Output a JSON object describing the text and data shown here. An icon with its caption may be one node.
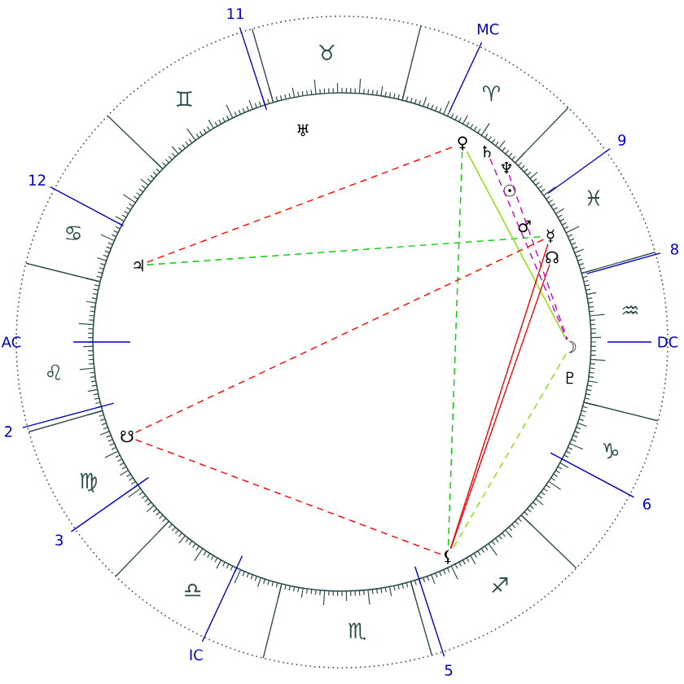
{
  "diagram": {
    "nodes": [
      {
        "text": [
          "♅"
        ]
      },
      {
        "text": [
          "♃"
        ]
      },
      {
        "text": [
          "♀"
        ]
      },
      {
        "text": [
          "♄"
        ]
      },
      {
        "text": [
          "♆"
        ]
      },
      {
        "text": [
          "☉"
        ]
      },
      {
        "text": [
          "♂"
        ]
      },
      {
        "text": [
          "☿"
        ]
      },
      {
        "text": [
          "☊"
        ]
      },
      {
        "text": [
          "☽"
        ]
      },
      {
        "text": [
          "♇"
        ]
      },
      {
        "text": [
          "⚸"
        ]
      },
      {
        "text": [
          "☋"
        ]
      }
    ],
    "edges": [
      {
        "from": 1,
        "to": 2,
        "arrow": "none",
        "style": "dashed",
        "color": "#ff0000"
      },
      {
        "from": 1,
        "to": 7,
        "arrow": "none",
        "style": "dashed",
        "color": "#00cc00"
      },
      {
        "from": 2,
        "to": 11,
        "arrow": "none",
        "style": "dashed",
        "color": "#00cc00"
      },
      {
        "from": 2,
        "to": 9,
        "arrow": "none",
        "color": "#88e000"
      },
      {
        "from": 3,
        "to": 9,
        "arrow": "none",
        "style": "dashed",
        "color": "#cc00cc"
      },
      {
        "from": 4,
        "to": 9,
        "arrow": "none",
        "style": "dashed",
        "color": "#cc00cc"
      },
      {
        "from": 12,
        "to": 7,
        "arrow": "none",
        "style": "dashed",
        "color": "#ff0000"
      },
      {
        "from": 12,
        "to": 11,
        "arrow": "none",
        "style": "dashed",
        "color": "#ff0000"
      },
      {
        "from": 7,
        "to": 11,
        "arrow": "none",
        "color": "#ff0000"
      },
      {
        "from": 8,
        "to": 11,
        "arrow": "none",
        "color": "#ff0000"
      },
      {
        "from": 9,
        "to": 11,
        "arrow": "none",
        "style": "dashed",
        "color": "#88e000"
      }
    ],
    "labels": [
      "♈",
      "♉",
      "♊",
      "♋",
      "♌",
      "♍",
      "♎",
      "♏",
      "♐",
      "♑",
      "♒",
      "♓",
      "AC",
      "2",
      "3",
      "IC",
      "5",
      "6",
      "DC",
      "8",
      "9",
      "MC",
      "11",
      "12"
    ]
  }
}
